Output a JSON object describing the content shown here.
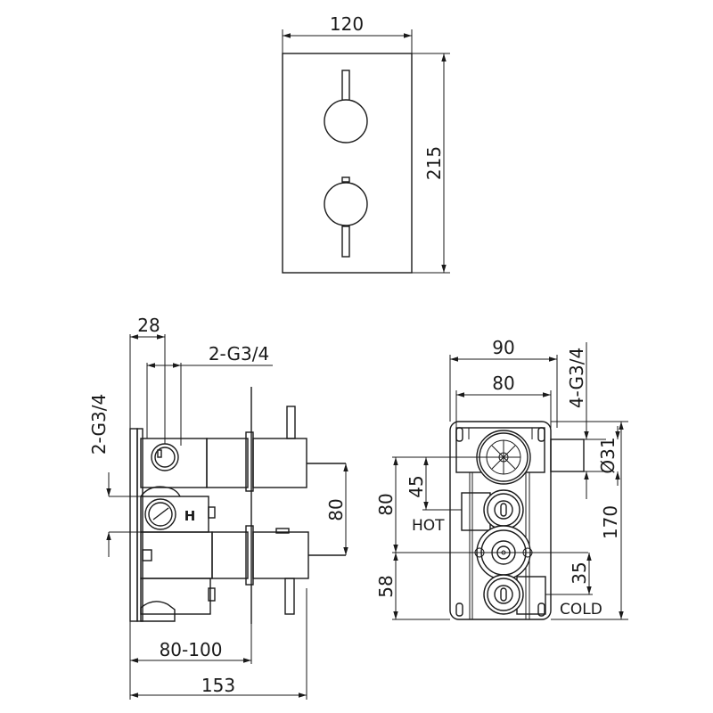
{
  "front_view": {
    "width_label": "120",
    "height_label": "215"
  },
  "side_view": {
    "depth_top_label": "28",
    "outlet_label": "2-G3/4",
    "inlet_label": "2-G3/4",
    "handle_spacing_label": "80",
    "hot_marker": "H",
    "wall_depth_label": "80-100",
    "total_depth_label": "153"
  },
  "rear_view": {
    "outer_width_label": "90",
    "inner_width_label": "80",
    "ports_label": "4-G3/4",
    "diameter_label": "Ø31",
    "height_label": "170",
    "upper_offset_label": "45",
    "mid_offset_label": "80",
    "lower_offset_label": "58",
    "cold_offset_label": "35",
    "hot_label": "HOT",
    "cold_label": "COLD"
  }
}
